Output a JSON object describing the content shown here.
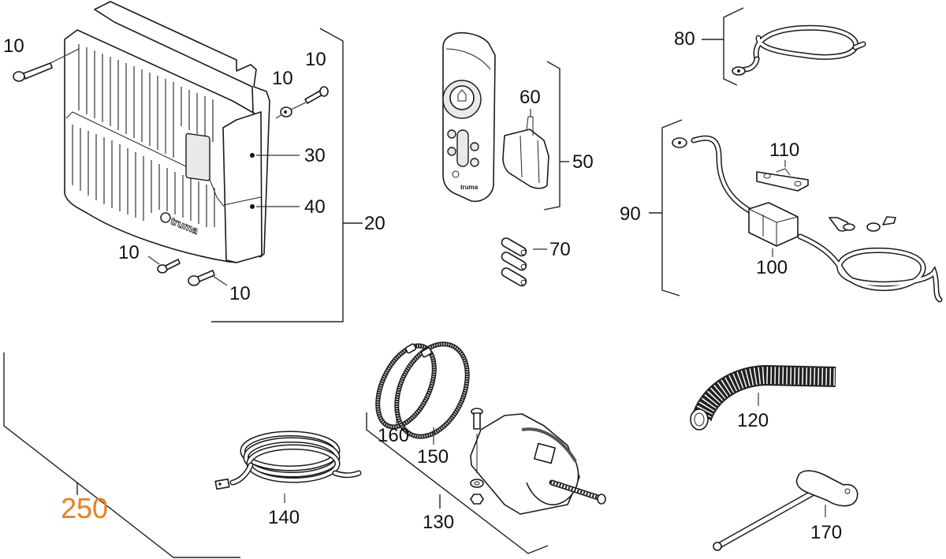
{
  "diagram": {
    "type": "exploded-parts-diagram",
    "brand_on_parts": "truma",
    "highlight_color": "#f07d1e",
    "line_color": "#222222"
  },
  "labels": {
    "screw_top_left": "10",
    "washer": "10",
    "screw_top_right": "10",
    "screw_bottom_left": "10",
    "screw_bottom_right": "10",
    "control_unit_assembly": "20",
    "cover_upper": "30",
    "cover_lower": "40",
    "remote_control_set": "50",
    "remote_holder": "60",
    "batteries": "70",
    "cable_80": "80",
    "battery_cable_set": "90",
    "fuse_holder": "100",
    "fuse": "110",
    "corrugated_hose": "120",
    "motor_assembly": "130",
    "cable_140": "140",
    "hose_clamp_150": "150",
    "hose_clamp_160": "160",
    "t_handle_key": "170",
    "complete_kit": "250"
  },
  "parts": [
    {
      "number": "10",
      "name": "Screw / washer (fastener)"
    },
    {
      "number": "20",
      "name": "Control unit housing assembly"
    },
    {
      "number": "30",
      "name": "Upper cover"
    },
    {
      "number": "40",
      "name": "Lower cover"
    },
    {
      "number": "50",
      "name": "Remote control set"
    },
    {
      "number": "60",
      "name": "Remote control holder"
    },
    {
      "number": "70",
      "name": "Batteries (x3)"
    },
    {
      "number": "80",
      "name": "Cable with ring terminal"
    },
    {
      "number": "90",
      "name": "Battery cable set"
    },
    {
      "number": "100",
      "name": "Fuse holder"
    },
    {
      "number": "110",
      "name": "Fuse"
    },
    {
      "number": "120",
      "name": "Corrugated hose"
    },
    {
      "number": "130",
      "name": "Motor / drive assembly"
    },
    {
      "number": "140",
      "name": "Cable with flat terminal"
    },
    {
      "number": "150",
      "name": "Hose clamp"
    },
    {
      "number": "160",
      "name": "Hose clamp"
    },
    {
      "number": "170",
      "name": "T-handle key"
    },
    {
      "number": "250",
      "name": "Complete kit (highlighted)"
    }
  ]
}
